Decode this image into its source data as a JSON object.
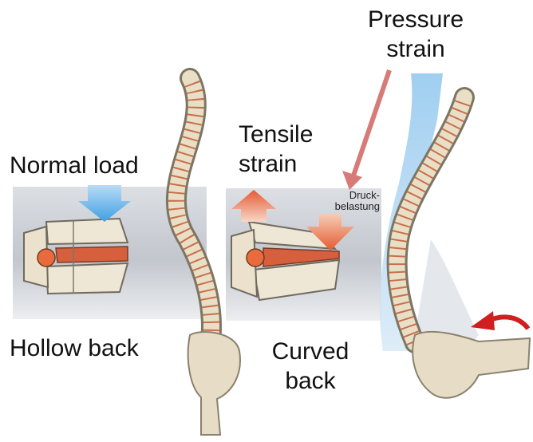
{
  "labels": {
    "pressure": "Pressure\nstrain",
    "tensile": "Tensile\nstrain",
    "normal_load": "Normal load",
    "hollow_back": "Hollow back",
    "curved_back": "Curved\nback",
    "druck": "Druck-\nbelastung"
  },
  "colors": {
    "bone": "#e8dcc4",
    "bone_dark": "#a89878",
    "disc": "#d86a45",
    "panel": "#c9ccd2",
    "blue_arrow": "#4aa6e6",
    "red_arrow": "#e8704a",
    "pointer": "#d77b78",
    "rotation_arrow": "#d11f1f"
  },
  "icons": [
    "down-arrow-icon",
    "up-arrow-icon",
    "rotation-arrow-icon",
    "pointer-arrow-icon"
  ]
}
